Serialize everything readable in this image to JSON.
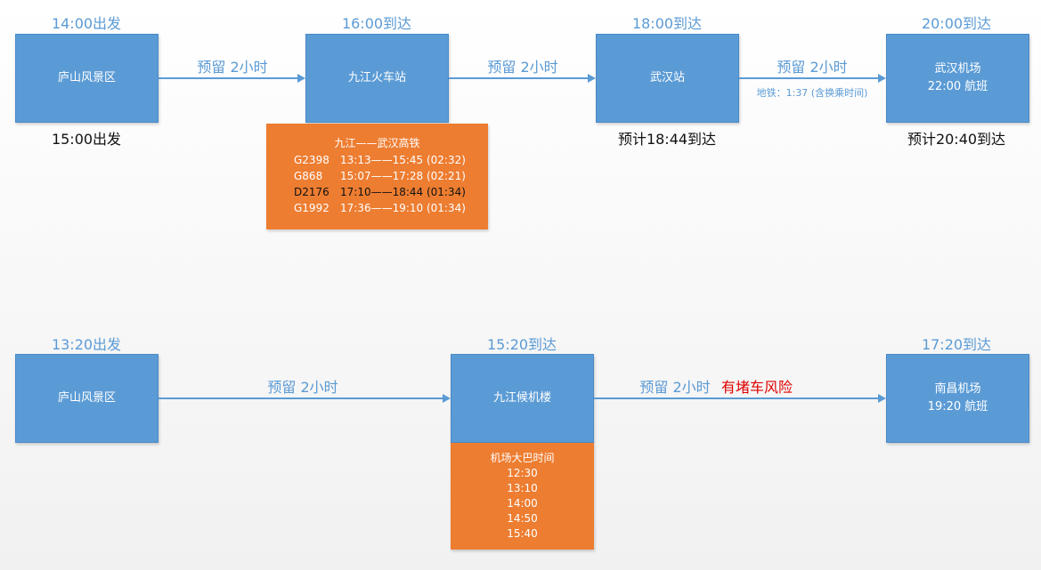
{
  "route1": {
    "times_top": [
      "14:00出发",
      "16:00到达",
      "18:00到达",
      "20:00到达"
    ],
    "boxes": {
      "scenic": "庐山风景区",
      "jiujiang_station": "九江火车站",
      "wuhan_station": "武汉站",
      "wuhan_airport_line1": "武汉机场",
      "wuhan_airport_line2": "22:00 航班"
    },
    "reserves": [
      "预留 2小时",
      "预留 2小时",
      "预留 2小时"
    ],
    "metro_note": "地铁：1:37 (含换乘时间)",
    "depart_actual": "15:00出发",
    "eta_wuhan_station": "预计18:44到达",
    "eta_wuhan_airport": "预计20:40到达",
    "train_table": {
      "title": "九江——武汉高铁",
      "rows": [
        {
          "code": "G2398",
          "time": "13:13——15:45 (02:32)"
        },
        {
          "code": "G868",
          "time": "15:07——17:28 (02:21)"
        },
        {
          "code": "D2176",
          "time": "17:10——18:44 (01:34)"
        },
        {
          "code": "G1992",
          "time": "17:36——19:10 (01:34)"
        }
      ]
    }
  },
  "route2": {
    "times_top": [
      "13:20出发",
      "15:20到达",
      "17:20到达"
    ],
    "boxes": {
      "scenic": "庐山风景区",
      "jiujiang_airport_terminal": "九江候机楼",
      "nanchang_airport_line1": "南昌机场",
      "nanchang_airport_line2": "19:20 航班"
    },
    "reserves": [
      "预留 2小时",
      "预留 2小时"
    ],
    "risk_note": "有堵车风险",
    "bus_table": {
      "title": "机场大巴时间",
      "times": [
        "12:30",
        "13:10",
        "14:00",
        "14:50",
        "15:40"
      ]
    }
  },
  "colors": {
    "box_blue": "#5b9bd5",
    "orange": "#ed7d31",
    "risk_red": "#e00000"
  }
}
